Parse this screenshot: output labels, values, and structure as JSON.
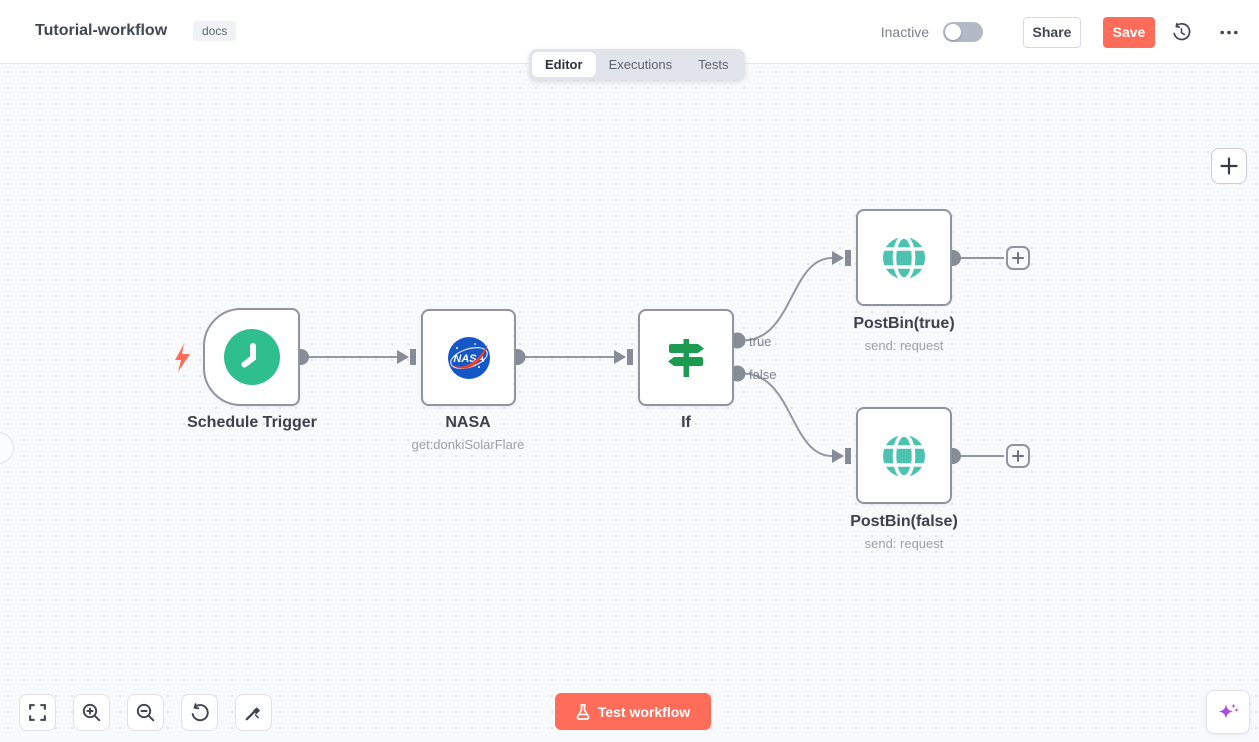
{
  "header": {
    "title": "Tutorial-workflow",
    "tag": "docs",
    "activation": {
      "label": "Inactive",
      "enabled": false
    },
    "share_label": "Share",
    "save_label": "Save",
    "icons": [
      "history-icon",
      "ellipsis-icon"
    ]
  },
  "tabs": {
    "items": [
      {
        "label": "Editor",
        "active": true
      },
      {
        "label": "Executions",
        "active": false
      },
      {
        "label": "Tests",
        "active": false
      }
    ]
  },
  "workflow": {
    "nodes": [
      {
        "name": "Schedule Trigger",
        "subtitle": "",
        "icon": "clock-icon",
        "kind": "trigger"
      },
      {
        "name": "NASA",
        "subtitle": "get:donkiSolarFlare",
        "icon": "nasa-logo-icon",
        "kind": "action"
      },
      {
        "name": "If",
        "subtitle": "",
        "icon": "signpost-icon",
        "kind": "action",
        "outputs": [
          "true",
          "false"
        ]
      },
      {
        "name": "PostBin(true)",
        "subtitle": "send: request",
        "icon": "globe-icon",
        "kind": "action"
      },
      {
        "name": "PostBin(false)",
        "subtitle": "send: request",
        "icon": "globe-icon",
        "kind": "action"
      }
    ],
    "connections": [
      {
        "from": "Schedule Trigger",
        "to": "NASA"
      },
      {
        "from": "NASA",
        "to": "If"
      },
      {
        "from": "If",
        "output": "true",
        "to": "PostBin(true)"
      },
      {
        "from": "If",
        "output": "false",
        "to": "PostBin(false)"
      }
    ]
  },
  "controls": {
    "test_button": "Test workflow",
    "add_node": "+",
    "zoom_tools": [
      "fit-view",
      "zoom-in",
      "zoom-out",
      "reset-zoom",
      "tidy-up"
    ]
  },
  "colors": {
    "accent": "#ff6d5a",
    "trigger_green": "#2fbf8f",
    "if_green": "#1d9b50",
    "globe_teal": "#4cc3b1",
    "connector_gray": "#8c929d"
  }
}
